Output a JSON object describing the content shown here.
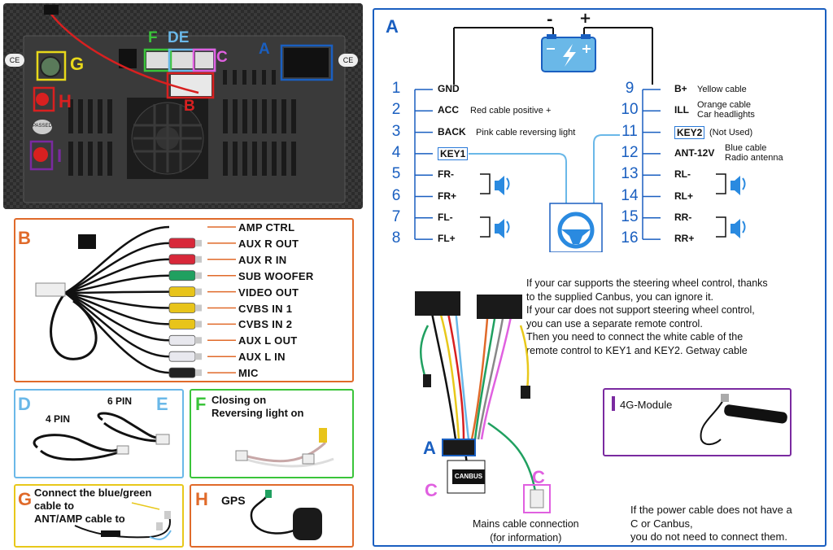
{
  "photo": {
    "ce_left": "CE",
    "ce_right": "CE",
    "passed": "PASSED",
    "labels": {
      "A": "A",
      "B": "B",
      "C": "C",
      "DE": "DE",
      "F": "F",
      "G": "G",
      "H": "H",
      "I": "I"
    }
  },
  "panel_B": {
    "letter": "B",
    "labels": [
      "AMP CTRL",
      "AUX R OUT",
      "AUX R IN",
      "SUB WOOFER",
      "VIDEO OUT",
      "CVBS IN 1",
      "CVBS IN 2",
      "AUX L OUT",
      "AUX L IN",
      "MIC"
    ],
    "plug_colors": [
      "#000000",
      "#d8283a",
      "#d8283a",
      "#20a060",
      "#e8c41a",
      "#e8c41a",
      "#e8c41a",
      "#e8e8ee",
      "#e8e8ee",
      "#222222"
    ]
  },
  "panel_DE": {
    "letter_d": "D",
    "letter_e": "E",
    "pin4": "4 PIN",
    "pin6": "6 PIN"
  },
  "panel_F": {
    "letter": "F",
    "text": "Closing on\nReversing light on"
  },
  "panel_G": {
    "letter": "G",
    "text": "Connect the blue/green\ncable to\nANT/AMP cable to"
  },
  "panel_H": {
    "letter": "H",
    "text": "GPS"
  },
  "panel_A": {
    "letter": "A",
    "battery_minus": "-",
    "battery_plus": "+",
    "left_pins": [
      {
        "num": "1",
        "name": "GND",
        "desc": ""
      },
      {
        "num": "2",
        "name": "ACC",
        "desc": "Red cable positive +"
      },
      {
        "num": "3",
        "name": "BACK",
        "desc": "Pink cable reversing light"
      },
      {
        "num": "4",
        "name": "KEY1",
        "desc": ""
      },
      {
        "num": "5",
        "name": "FR-",
        "desc": ""
      },
      {
        "num": "6",
        "name": "FR+",
        "desc": ""
      },
      {
        "num": "7",
        "name": "FL-",
        "desc": ""
      },
      {
        "num": "8",
        "name": "FL+",
        "desc": ""
      }
    ],
    "right_pins": [
      {
        "num": "9",
        "name": "B+",
        "desc": "Yellow cable"
      },
      {
        "num": "10",
        "name": "ILL",
        "desc": "Orange cable\nCar headlights"
      },
      {
        "num": "11",
        "name": "KEY2",
        "desc": "(Not Used)"
      },
      {
        "num": "12",
        "name": "ANT-12V",
        "desc": "Blue cable\nRadio antenna"
      },
      {
        "num": "13",
        "name": "RL-",
        "desc": ""
      },
      {
        "num": "14",
        "name": "RL+",
        "desc": ""
      },
      {
        "num": "15",
        "name": "RR-",
        "desc": ""
      },
      {
        "num": "16",
        "name": "RR+",
        "desc": ""
      }
    ],
    "steering_text": "If your car supports the steering wheel control, thanks\nto the supplied Canbus, you can ignore it.\nIf your car does not support steering wheel control,\nyou can use a separate remote control.\nThen you need to connect the white cable of the\nremote control to KEY1 and KEY2. Getway cable",
    "harness_letter_a": "A",
    "harness_letter_c1": "C",
    "harness_letter_c2": "C",
    "canbus": "CANBUS",
    "mains_text": "Mains cable connection\n(for information)",
    "module_label": "4G-Module",
    "power_text": "If the power cable does not have a\nC or Canbus,\nyou do not need to connect them."
  },
  "colors": {
    "blue": "#1a5fc0",
    "orange": "#e06a2a",
    "green": "#3ac43a",
    "purple": "#7a2aa0",
    "yellow": "#e8c81a",
    "pink": "#e060e0",
    "red": "#e02020"
  }
}
